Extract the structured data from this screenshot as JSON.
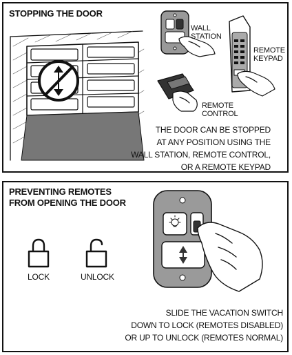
{
  "stopping": {
    "title": "STOPPING THE DOOR",
    "wall_station_label": "WALL\nSTATION",
    "remote_keypad_label": "REMOTE\nKEYPAD",
    "remote_control_label": "REMOTE\nCONTROL",
    "caption": "THE DOOR CAN BE STOPPED\nAT ANY POSITION USING THE\nWALL STATION, REMOTE CONTROL,\nOR A REMOTE KEYPAD"
  },
  "preventing": {
    "title": "PREVENTING REMOTES\nFROM OPENING THE DOOR",
    "lock_label": "LOCK",
    "unlock_label": "UNLOCK",
    "caption": "SLIDE THE VACATION SWITCH\nDOWN TO LOCK (REMOTES DISABLED)\nOR UP TO UNLOCK (REMOTES NORMAL)"
  },
  "icons": [
    "garage-door-icon",
    "stop-symbol-icon",
    "wall-station-icon",
    "remote-keypad-icon",
    "remote-control-icon",
    "hand-icon",
    "lock-icon",
    "unlock-icon",
    "light-icon",
    "arrows-icon"
  ]
}
